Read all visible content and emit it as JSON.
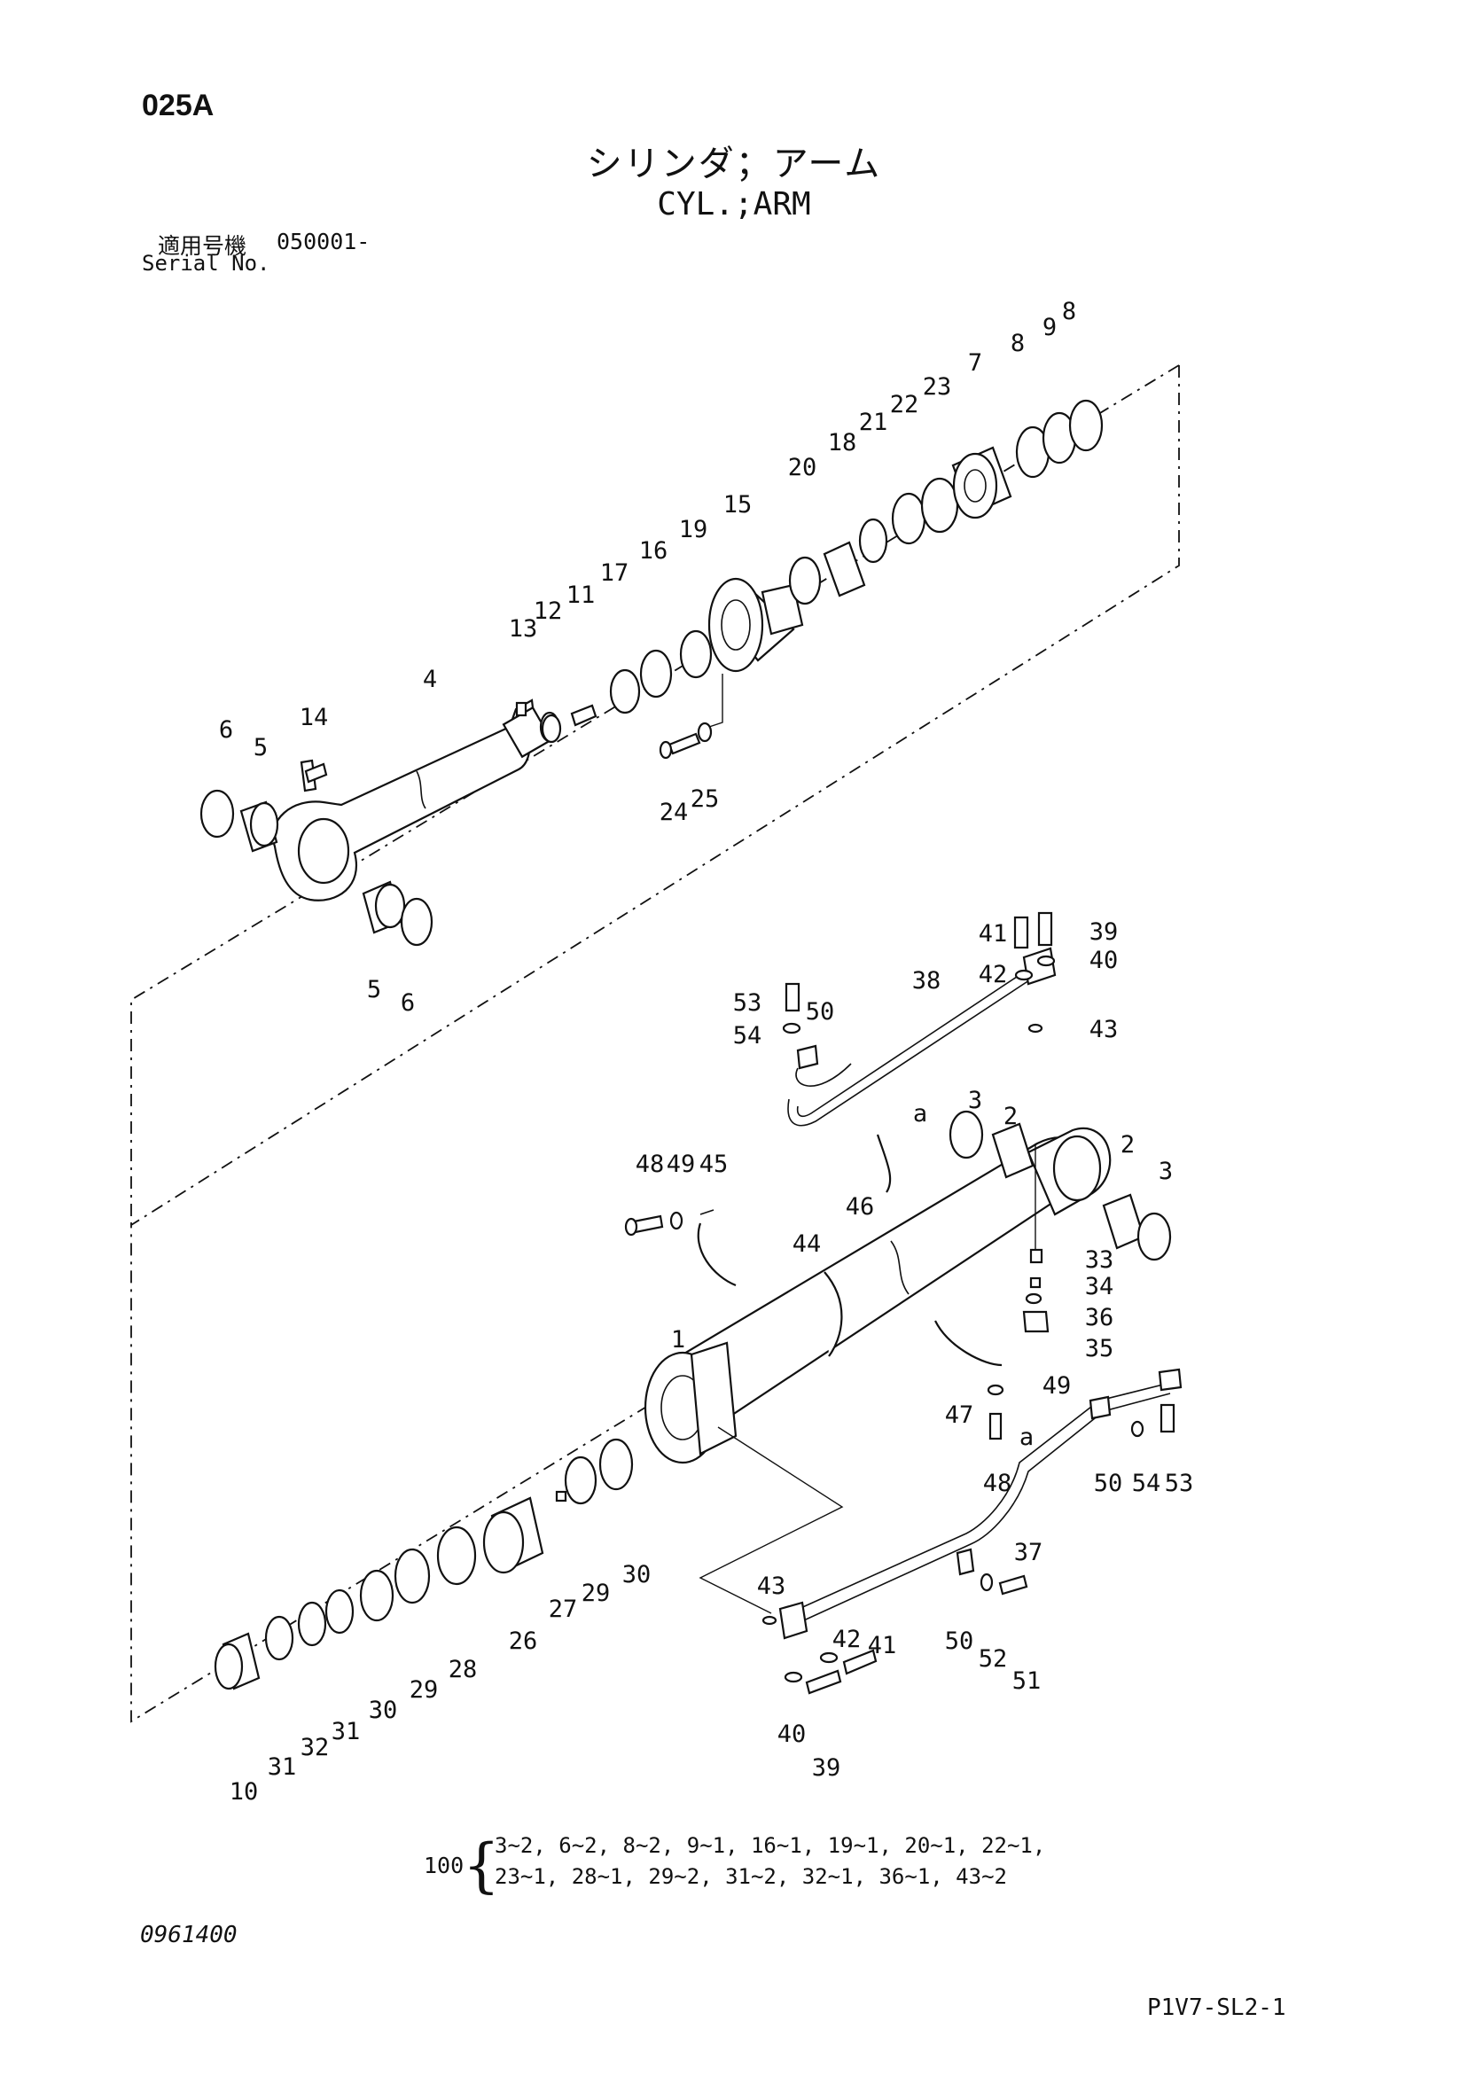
{
  "page_code": "025A",
  "title_ja": "シリンダ；アーム",
  "title_en": "CYL.;ARM",
  "serial": {
    "label_ja": "適用号機",
    "value": "050001-",
    "label_en": "Serial No."
  },
  "callouts": [
    "8",
    "9",
    "8",
    "7",
    "23",
    "22",
    "21",
    "18",
    "20",
    "15",
    "19",
    "16",
    "17",
    "11",
    "12",
    "13",
    "14",
    "4",
    "6",
    "5",
    "5",
    "6",
    "24",
    "25",
    "41",
    "39",
    "42",
    "40",
    "53",
    "50",
    "54",
    "38",
    "43",
    "3",
    "2",
    "a",
    "48",
    "49",
    "45",
    "46",
    "2",
    "3",
    "33",
    "34",
    "36",
    "35",
    "44",
    "1",
    "49",
    "47",
    "48",
    "a",
    "50",
    "54",
    "53",
    "37",
    "30",
    "29",
    "27",
    "26",
    "43",
    "42",
    "41",
    "50",
    "52",
    "51",
    "28",
    "29",
    "30",
    "31",
    "32",
    "31",
    "10",
    "40",
    "39"
  ],
  "kit": {
    "number": "100",
    "line1": "3~2, 6~2, 8~2, 9~1, 16~1, 19~1, 20~1, 22~1,",
    "line2": "23~1, 28~1, 29~2, 31~2, 32~1, 36~1, 43~2"
  },
  "drawing_number": "0961400",
  "sheet_code": "P1V7-SL2-1"
}
